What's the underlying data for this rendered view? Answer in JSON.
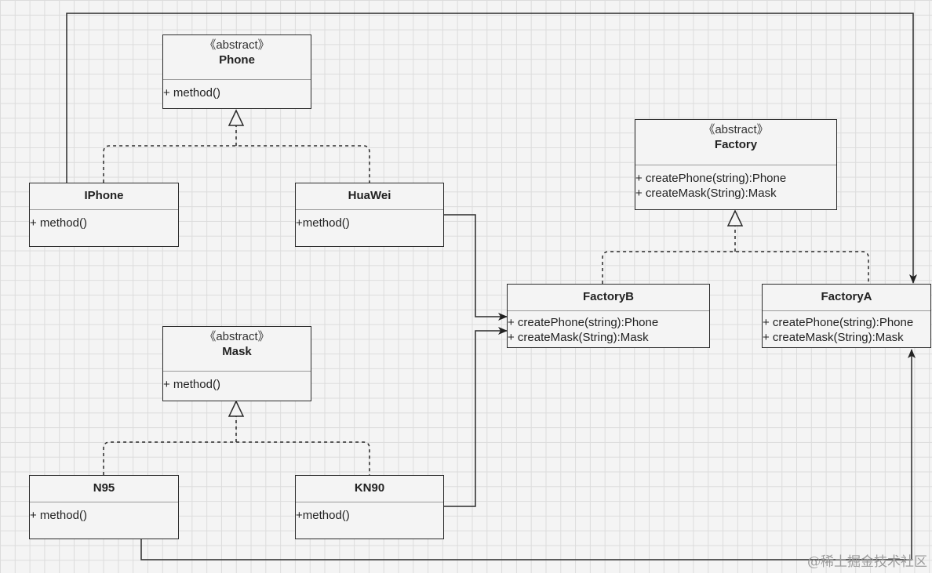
{
  "phone": {
    "stereotype": "《abstract》",
    "name": "Phone",
    "ops": [
      "+ method()"
    ]
  },
  "iphone": {
    "name": "IPhone",
    "ops": [
      "+ method()"
    ]
  },
  "huawei": {
    "name": "HuaWei",
    "ops": [
      "+method()"
    ]
  },
  "mask": {
    "stereotype": "《abstract》",
    "name": "Mask",
    "ops": [
      "+ method()"
    ]
  },
  "n95": {
    "name": "N95",
    "ops": [
      "+ method()"
    ]
  },
  "kn90": {
    "name": "KN90",
    "ops": [
      "+method()"
    ]
  },
  "factory": {
    "stereotype": "《abstract》",
    "name": "Factory",
    "ops": [
      "+ createPhone(string):Phone",
      "+ createMask(String):Mask"
    ]
  },
  "factoryB": {
    "name": "FactoryB",
    "ops": [
      "+ createPhone(string):Phone",
      "+ createMask(String):Mask"
    ]
  },
  "factoryA": {
    "name": "FactoryA",
    "ops": [
      "+ createPhone(string):Phone",
      "+ createMask(String):Mask"
    ]
  },
  "watermark": "@稀土掘金技术社区"
}
